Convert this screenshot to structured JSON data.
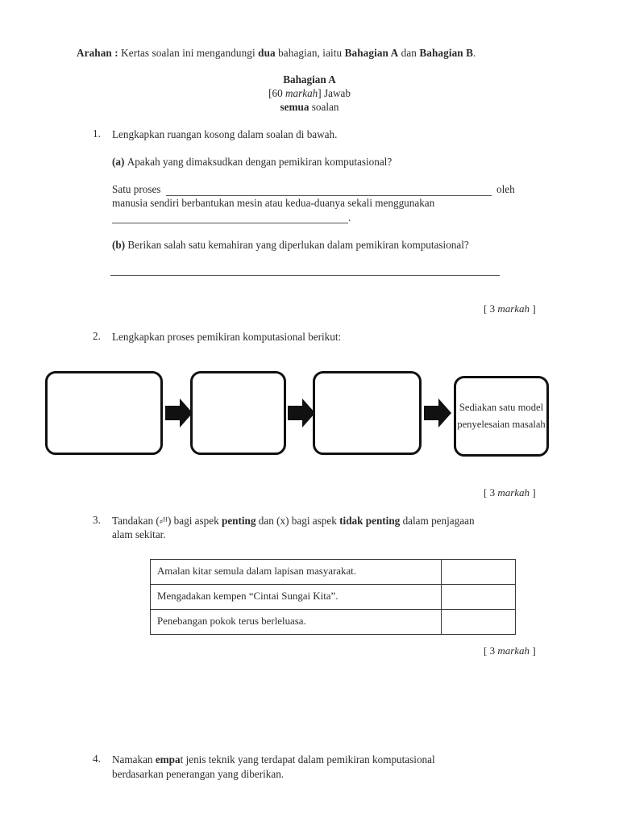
{
  "document": {
    "language": "ms",
    "header": {
      "instruction_label": "Arahan :",
      "instruction_text_1": "Kertas soalan ini mengandungi ",
      "instruction_bold_1": "dua",
      "instruction_text_2": " bahagian, iaitu ",
      "instruction_bold_2": "Bahagian A",
      "instruction_text_3": " dan ",
      "instruction_bold_3": "Bahagian B",
      "instruction_text_4": "."
    },
    "section": {
      "title": "Bahagian A",
      "marks_line_prefix": "[60 ",
      "marks_line_italic": "markah",
      "marks_line_suffix": "] Jawab",
      "answer_all_bold": "semua",
      "answer_all_rest": " soalan"
    },
    "questions": [
      {
        "number": "1.",
        "stem": "Lengkapkan ruangan kosong dalam soalan di bawah.",
        "parts": [
          {
            "label": "(a)",
            "text": "Apakah yang dimaksudkan dengan pemikiran komputasional?",
            "answer_lead": "Satu proses",
            "answer_tail": "oleh",
            "answer_line2": "manusia sendiri berbantukan mesin atau kedua-duanya sekali menggunakan",
            "answer_line3_end": "."
          },
          {
            "label": "(b)",
            "text": "Berikan salah satu kemahiran yang diperlukan dalam pemikiran komputasional?"
          }
        ],
        "marks": "[ 3 markah ]",
        "marks_number": "3",
        "marks_word": "markah"
      },
      {
        "number": "2.",
        "stem": "Lengkapkan proses pemikiran komputasional berikut:",
        "flow": {
          "boxes": [
            {
              "label": ""
            },
            {
              "label": ""
            },
            {
              "label": ""
            },
            {
              "label": "Sediakan satu model penyelesaian masalah"
            }
          ],
          "arrow_count": 3,
          "arrow_icon": "right-block-arrow"
        },
        "marks": "[ 3 markah ]",
        "marks_number": "3",
        "marks_word": "markah"
      },
      {
        "number": "3.",
        "stem_part1": "Tandakan (",
        "stem_tick_glyph": "⸗ᴴ",
        "stem_part2": ") bagi aspek ",
        "stem_bold1": "penting",
        "stem_part3": " dan (x) bagi aspek ",
        "stem_bold2": "tidak penting",
        "stem_part4": " dalam penjagaan",
        "stem_line2": "alam sekitar.",
        "table": {
          "rows": [
            {
              "statement": "Amalan kitar semula dalam lapisan masyarakat.",
              "answer": ""
            },
            {
              "statement": "Mengadakan kempen “Cintai Sungai Kita”.",
              "answer": ""
            },
            {
              "statement": "Penebangan pokok terus berleluasa.",
              "answer": ""
            }
          ]
        },
        "marks": "[ 3 markah ]",
        "marks_number": "3",
        "marks_word": "markah"
      },
      {
        "number": "4.",
        "stem_part1": "Namakan ",
        "stem_bold1": "empa",
        "stem_part2": "t jenis teknik yang terdapat dalam pemikiran komputasional",
        "stem_line2": "berdasarkan penerangan yang diberikan."
      }
    ]
  }
}
